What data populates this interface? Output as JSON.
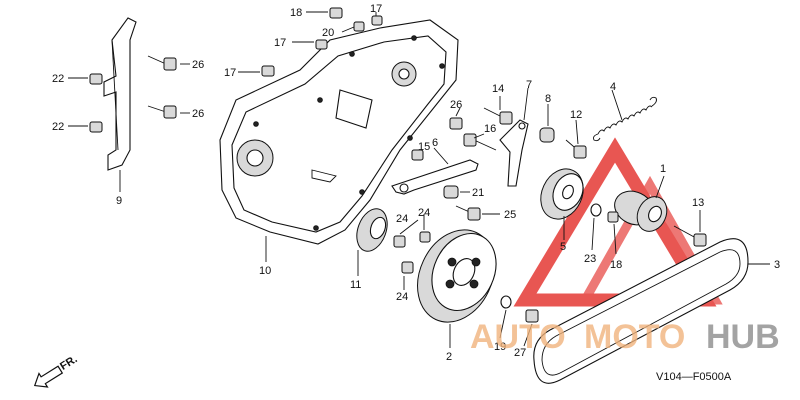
{
  "diagram_code": "V104—F0500A",
  "direction_label": "FR.",
  "watermark": {
    "part1": "AUTO",
    "part2": "MOTO",
    "part3": "HUB",
    "color_light": "#f0b27a",
    "color_dark": "#8a8a8a",
    "triangle_color": "#e53935"
  },
  "callouts": [
    {
      "id": "c1",
      "text": "1"
    },
    {
      "id": "c2",
      "text": "2"
    },
    {
      "id": "c3",
      "text": "3"
    },
    {
      "id": "c4",
      "text": "4"
    },
    {
      "id": "c5",
      "text": "5"
    },
    {
      "id": "c6",
      "text": "6"
    },
    {
      "id": "c7",
      "text": "7"
    },
    {
      "id": "c8",
      "text": "8"
    },
    {
      "id": "c9",
      "text": "9"
    },
    {
      "id": "c10",
      "text": "10"
    },
    {
      "id": "c11",
      "text": "11"
    },
    {
      "id": "c12",
      "text": "12"
    },
    {
      "id": "c13",
      "text": "13"
    },
    {
      "id": "c14",
      "text": "14"
    },
    {
      "id": "c15",
      "text": "15"
    },
    {
      "id": "c16",
      "text": "16"
    },
    {
      "id": "c17a",
      "text": "17"
    },
    {
      "id": "c17b",
      "text": "17"
    },
    {
      "id": "c17c",
      "text": "17"
    },
    {
      "id": "c18a",
      "text": "18"
    },
    {
      "id": "c18b",
      "text": "18"
    },
    {
      "id": "c19",
      "text": "19"
    },
    {
      "id": "c20",
      "text": "20"
    },
    {
      "id": "c21",
      "text": "21"
    },
    {
      "id": "c22a",
      "text": "22"
    },
    {
      "id": "c22b",
      "text": "22"
    },
    {
      "id": "c23",
      "text": "23"
    },
    {
      "id": "c24a",
      "text": "24"
    },
    {
      "id": "c24b",
      "text": "24"
    },
    {
      "id": "c24c",
      "text": "24"
    },
    {
      "id": "c25",
      "text": "25"
    },
    {
      "id": "c26a",
      "text": "26"
    },
    {
      "id": "c26b",
      "text": "26"
    },
    {
      "id": "c26c",
      "text": "26"
    },
    {
      "id": "c27",
      "text": "27"
    }
  ]
}
